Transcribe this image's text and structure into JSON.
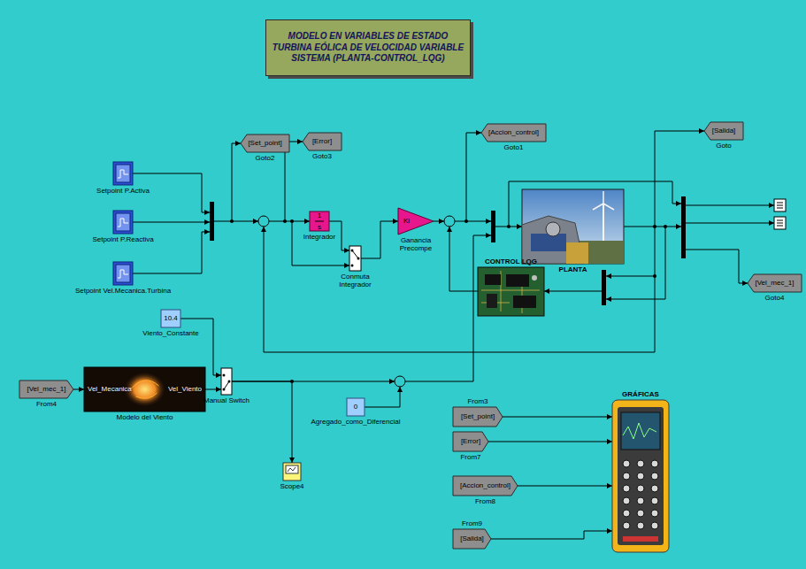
{
  "diagram": {
    "title": "MODELO EN VARIABLES DE ESTADO TURBINA EÓLICA DE VELOCIDAD VARIABLE SISTEMA (PLANTA-CONTROL_LQG)",
    "nodes": [
      {
        "text": [
          "[Set_point]",
          "Goto2"
        ]
      },
      {
        "text": [
          "[Error]",
          "Goto3"
        ]
      },
      {
        "text": [
          "[Accion_control]",
          "Goto1"
        ]
      },
      {
        "text": [
          "[Salida]",
          "Goto"
        ]
      },
      {
        "text": [
          "Setpoint P.Activa"
        ]
      },
      {
        "text": [
          "Setpoint P.Reactiva"
        ]
      },
      {
        "text": [
          "Setpoint Vel.Mecanica.Turbina"
        ]
      },
      {
        "text": [
          "1",
          "s",
          "Integrador"
        ]
      },
      {
        "text": [
          "Conmuta Integrador"
        ]
      },
      {
        "text": [
          "Ki",
          "Ganancia Precompe"
        ]
      },
      {
        "text": [
          "PLANTA"
        ]
      },
      {
        "text": [
          "CONTROL LQG"
        ]
      },
      {
        "text": [
          "[Vel_mec_1]",
          "Goto4"
        ]
      },
      {
        "text": [
          "10.4",
          "Viento_Constante"
        ]
      },
      {
        "text": [
          "[Vel_mec_1]",
          "From4"
        ]
      },
      {
        "text": [
          "Vel_Mecanica",
          "Vel_Viento",
          "Modelo del Viento"
        ]
      },
      {
        "text": [
          "Manual Switch"
        ]
      },
      {
        "text": [
          "0",
          "Agregado_como_Diferencial"
        ]
      },
      {
        "text": [
          "Scope4"
        ]
      },
      {
        "text": [
          "GRÁFICAS"
        ]
      },
      {
        "text": [
          "[Set_point]",
          "From3"
        ]
      },
      {
        "text": [
          "[Error]",
          "From7"
        ]
      },
      {
        "text": [
          "[Accion_control]",
          "From8"
        ]
      },
      {
        "text": [
          "[Salida]",
          "From9"
        ]
      }
    ],
    "edges": [
      {
        "from": 7,
        "to": 8,
        "arrow": "to"
      },
      {
        "from": 8,
        "to": 9,
        "arrow": "to"
      },
      {
        "from": 14,
        "to": 15,
        "arrow": "to"
      },
      {
        "from": 13,
        "to": 16,
        "arrow": "to"
      },
      {
        "from": 15,
        "to": 16,
        "arrow": "to"
      },
      {
        "from": 16,
        "to": 18,
        "arrow": "to"
      },
      {
        "from": 20,
        "to": 19,
        "arrow": "to"
      },
      {
        "from": 21,
        "to": 19,
        "arrow": "to"
      },
      {
        "from": 22,
        "to": 19,
        "arrow": "to"
      },
      {
        "from": 23,
        "to": 19,
        "arrow": "to"
      }
    ]
  }
}
